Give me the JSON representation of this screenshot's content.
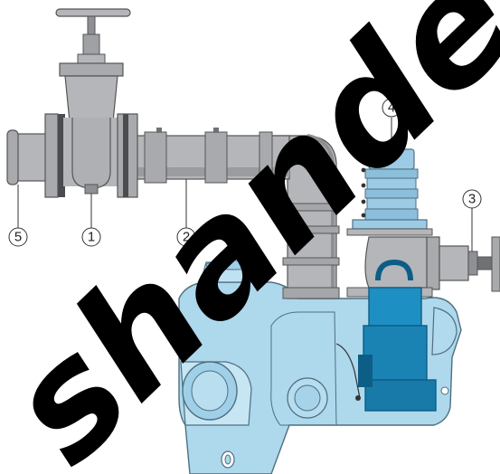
{
  "callouts": [
    {
      "id": "1",
      "label": "1"
    },
    {
      "id": "2",
      "label": "2"
    },
    {
      "id": "3",
      "label": "3"
    },
    {
      "id": "4",
      "label": "4"
    },
    {
      "id": "5",
      "label": "5"
    }
  ],
  "watermark": {
    "text": "shandel"
  },
  "colors": {
    "pipe_gray": "#b4b6b9",
    "pipe_shade": "#8e9094",
    "tank_blue": "#aed8ec",
    "tank_edge": "#4f6f80",
    "pump_teal": "#1e8fc2",
    "pump_dark": "#0d5e86",
    "fitting_blue": "#9ccbe6",
    "watermark": "#000000"
  },
  "icons": [
    "gate-valve-icon",
    "ball-valve-icon"
  ]
}
